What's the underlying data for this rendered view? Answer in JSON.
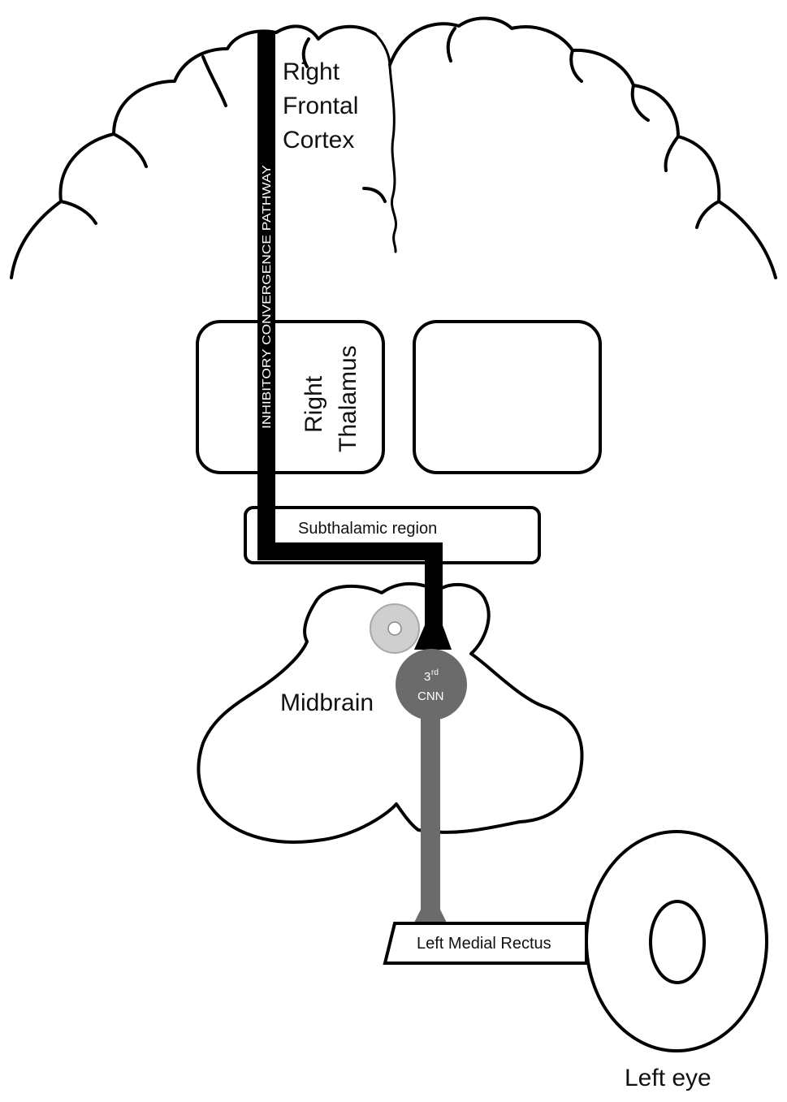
{
  "labels": {
    "cortex_line1": "Right",
    "cortex_line2": "Frontal",
    "cortex_line3": "Cortex",
    "pathway": "INHIBITORY CONVERGENCE PATHWAY",
    "thalamus_line1": "Right",
    "thalamus_line2": "Thalamus",
    "subthalamic": "Subthalamic region",
    "midbrain": "Midbrain",
    "cnn_number": "3",
    "cnn_superscript": "rd",
    "cnn_label": "CNN",
    "muscle": "Left Medial Rectus",
    "eye": "Left eye"
  },
  "colors": {
    "pathway": "#000000",
    "nerve": "#6b6b6b",
    "nucleus": "#6b6b6b",
    "gray_ring": "#cfcfcf",
    "outline": "#000000"
  }
}
